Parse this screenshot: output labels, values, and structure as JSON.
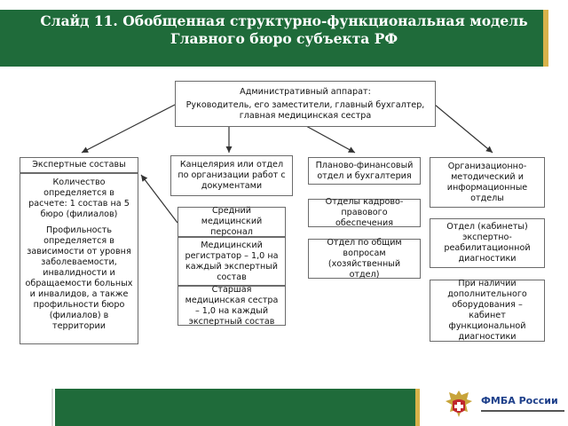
{
  "slide": {
    "title_line1": "Слайд 11. Обобщенная структурно-функциональная модель",
    "title_line2": "Главного бюро субъекта РФ"
  },
  "top_box": {
    "line1": "Административный аппарат:",
    "line2": "Руководитель, его заместители, главный бухгалтер, главная медицинская сестра"
  },
  "columns": {
    "expert": {
      "header": "Экспертные составы",
      "count_text": "Количество определяется в расчете: 1 состав на 5 бюро (филиалов)",
      "profile_text": "Профильность определяется в зависимости от уровня заболеваемости, инвалидности и обращаемости больных и инвалидов, а также профильности бюро (филиалов) в территории"
    },
    "office": {
      "header": "Канцелярия или отдел по организации работ с документами",
      "staff": "Средний медицинский персонал",
      "registrar": "Медицинский регистратор – 1,0 на каждый экспертный состав",
      "nurse": "Старшая медицинская сестра – 1,0 на каждый экспертный состав"
    },
    "finance": {
      "header": "Планово-финансовый отдел и бухгалтерия",
      "hr": "Отделы кадрово-правового обеспечения",
      "general": "Отдел по общим вопросам (хозяйственный отдел)"
    },
    "methods": {
      "header": "Организационно-методический и информационные отделы",
      "rehab": "Отдел (кабинеты) экспертно-реабилитационной диагностики",
      "equipment": "При наличии дополнительного оборудования – кабинет функциональной диагностики"
    }
  },
  "logo": {
    "name": "ФМБА России",
    "emblem_icon": "eagle-emblem-icon"
  },
  "colors": {
    "header_green": "#1f6b3a",
    "accent_gold": "#d8b24a",
    "logo_blue": "#1d3f8a"
  }
}
